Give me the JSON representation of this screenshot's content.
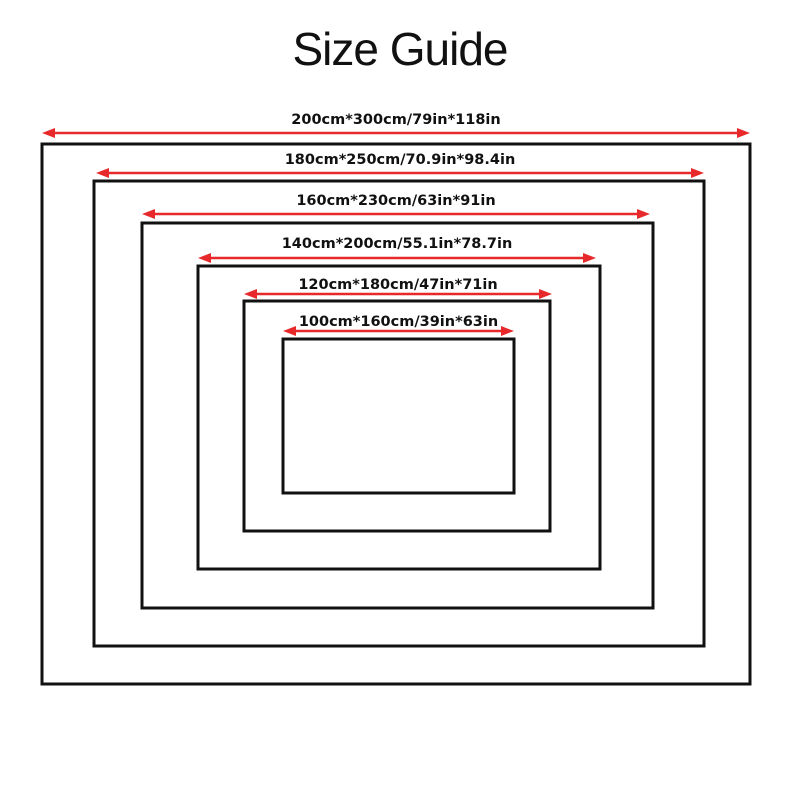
{
  "title": "Size Guide",
  "colors": {
    "arrow": "#e8292b",
    "frame": "#111111",
    "background": "#ffffff"
  },
  "sizes": [
    {
      "label": "200cm*300cm/79in*118in"
    },
    {
      "label": "180cm*250cm/70.9in*98.4in"
    },
    {
      "label": "160cm*230cm/63in*91in"
    },
    {
      "label": "140cm*200cm/55.1in*78.7in"
    },
    {
      "label": "120cm*180cm/47in*71in"
    },
    {
      "label": "100cm*160cm/39in*63in"
    }
  ]
}
